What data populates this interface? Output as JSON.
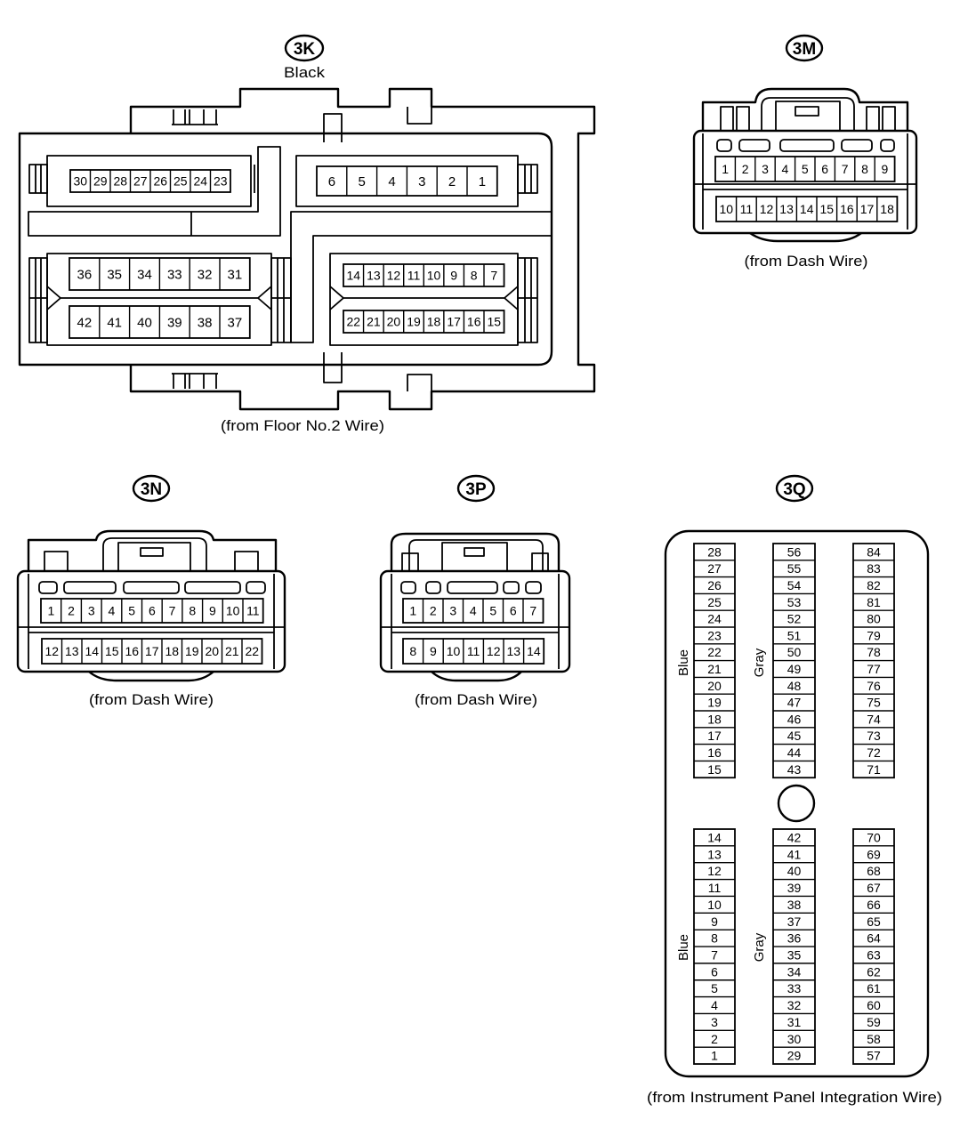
{
  "colors": {
    "line": "#000000",
    "background": "#ffffff"
  },
  "connectors": {
    "c3k": {
      "code": "3K",
      "color_label": "Black",
      "caption": "(from Floor No.2 Wire)",
      "cavities": {
        "upper_left": [
          30,
          29,
          28,
          27,
          26,
          25,
          24,
          23
        ],
        "upper_right": [
          6,
          5,
          4,
          3,
          2,
          1
        ],
        "middle_left_top": [
          36,
          35,
          34,
          33,
          32,
          31
        ],
        "middle_left_bottom": [
          42,
          41,
          40,
          39,
          38,
          37
        ],
        "middle_right_top": [
          14,
          13,
          12,
          11,
          10,
          9,
          8,
          7
        ],
        "middle_right_bottom": [
          22,
          21,
          20,
          19,
          18,
          17,
          16,
          15
        ]
      }
    },
    "c3m": {
      "code": "3M",
      "caption": "(from Dash Wire)",
      "rows": [
        [
          1,
          2,
          3,
          4,
          5,
          6,
          7,
          8,
          9
        ],
        [
          10,
          11,
          12,
          13,
          14,
          15,
          16,
          17,
          18
        ]
      ]
    },
    "c3n": {
      "code": "3N",
      "caption": "(from Dash Wire)",
      "rows": [
        [
          1,
          2,
          3,
          4,
          5,
          6,
          7,
          8,
          9,
          10,
          11
        ],
        [
          12,
          13,
          14,
          15,
          16,
          17,
          18,
          19,
          20,
          21,
          22
        ]
      ]
    },
    "c3p": {
      "code": "3P",
      "caption": "(from Dash Wire)",
      "rows": [
        [
          1,
          2,
          3,
          4,
          5,
          6,
          7
        ],
        [
          8,
          9,
          10,
          11,
          12,
          13,
          14
        ]
      ]
    },
    "c3q": {
      "code": "3Q",
      "caption": "(from Instrument Panel Integration Wire)",
      "upper": {
        "left": {
          "label": "Blue",
          "pins": [
            28,
            27,
            26,
            25,
            24,
            23,
            22,
            21,
            20,
            19,
            18,
            17,
            16,
            15
          ]
        },
        "middle": {
          "label": "Gray",
          "pins": [
            56,
            55,
            54,
            53,
            52,
            51,
            50,
            49,
            48,
            47,
            46,
            45,
            44,
            43
          ]
        },
        "right": {
          "pins": [
            84,
            83,
            82,
            81,
            80,
            79,
            78,
            77,
            76,
            75,
            74,
            73,
            72,
            71
          ]
        }
      },
      "lower": {
        "left": {
          "label": "Blue",
          "pins": [
            14,
            13,
            12,
            11,
            10,
            9,
            8,
            7,
            6,
            5,
            4,
            3,
            2,
            1
          ]
        },
        "middle": {
          "label": "Gray",
          "pins": [
            42,
            41,
            40,
            39,
            38,
            37,
            36,
            35,
            34,
            33,
            32,
            31,
            30,
            29
          ]
        },
        "right": {
          "pins": [
            70,
            69,
            68,
            67,
            66,
            65,
            64,
            63,
            62,
            61,
            60,
            59,
            58,
            57
          ]
        }
      }
    }
  }
}
